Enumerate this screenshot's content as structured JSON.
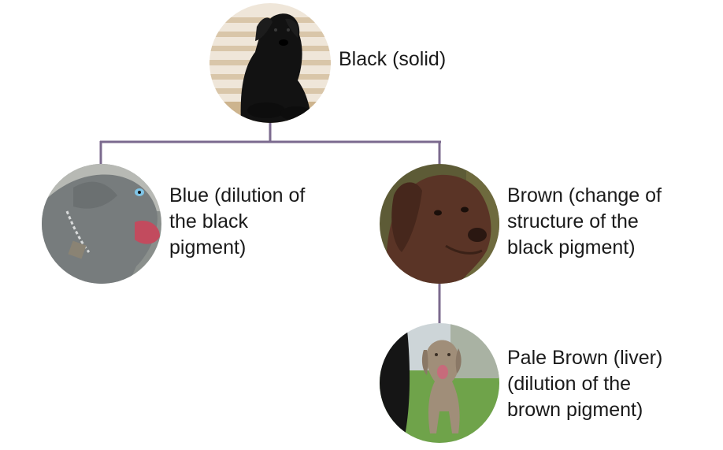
{
  "colors": {
    "connector": "#7b6a8e",
    "label_text": "#1a1a1a",
    "background": "#ffffff"
  },
  "nodes": {
    "black": {
      "label_lines": [
        "Black (solid)"
      ],
      "photo": "black-labrador-photo"
    },
    "blue": {
      "label_lines": [
        "Blue (dilution of",
        "the black",
        "pigment)"
      ],
      "photo": "blue-puppy-photo"
    },
    "brown": {
      "label_lines": [
        "Brown (change of",
        "structure of the",
        "black pigment)"
      ],
      "photo": "chocolate-labrador-photo"
    },
    "pale_brown": {
      "label_lines": [
        "Pale Brown (liver)",
        "(dilution of the",
        "brown pigment)"
      ],
      "photo": "pale-brown-dog-photo"
    }
  }
}
